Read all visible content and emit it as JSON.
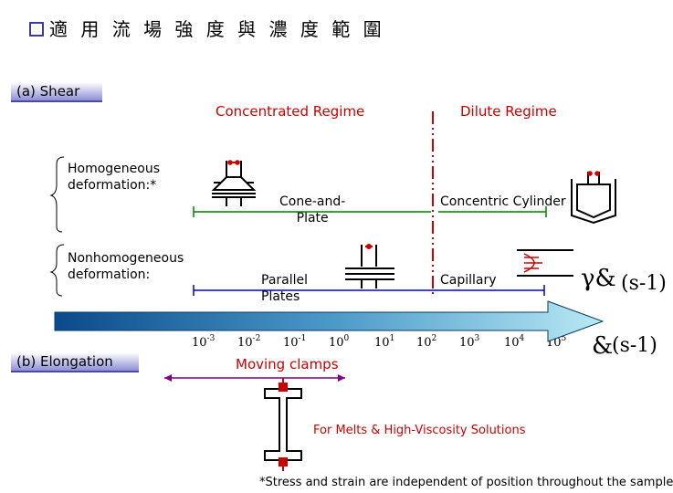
{
  "title": "適 用 流 場 強 度 與 濃 度 範 圍",
  "shear_label": "(a) Shear",
  "elongation_label": "(b) Elongation",
  "regimes": {
    "concentrated": "Concentrated Regime",
    "dilute": "Dilute Regime"
  },
  "homogeneous": "Homogeneous\ndeformation:*",
  "nonhomogeneous": "Nonhomogeneous\ndeformation:",
  "geometries": {
    "cone_plate": "Cone-and-\nPlate",
    "concentric": "Concentric Cylinder",
    "parallel": "Parallel\nPlates",
    "capillary": "Capillary",
    "moving_clamps": "Moving clamps"
  },
  "axis": {
    "ticks": [
      {
        "base": "10",
        "exp": "-3"
      },
      {
        "base": "10",
        "exp": "-2"
      },
      {
        "base": "10",
        "exp": "-1"
      },
      {
        "base": "10",
        "exp": "0"
      },
      {
        "base": "10",
        "exp": "1"
      },
      {
        "base": "10",
        "exp": "2"
      },
      {
        "base": "10",
        "exp": "3"
      },
      {
        "base": "10",
        "exp": "4"
      },
      {
        "base": "10",
        "exp": "5"
      }
    ],
    "shear_rate_symbol": "γ&",
    "shear_rate_unit": "(s-1)",
    "elong_rate_symbol": "&",
    "elong_rate_unit": "(s-1)"
  },
  "melts_note": "For Melts & High-Viscosity Solutions",
  "footnote": "*Stress and strain are independent of position throughout the sample"
}
